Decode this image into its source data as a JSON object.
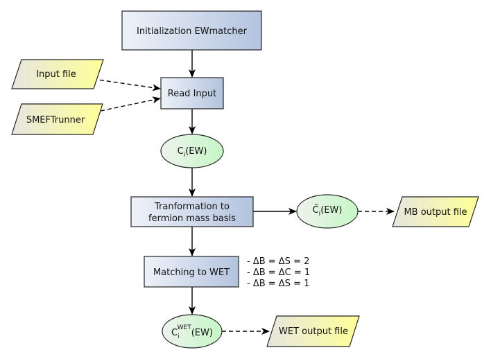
{
  "nodes": {
    "init": {
      "label": "Initialization EWmatcher"
    },
    "input_file": {
      "label": "Input file"
    },
    "smeft_runner": {
      "label": "SMEFTrunner"
    },
    "read_input": {
      "label": "Read Input"
    },
    "ci_ew": {
      "base": "C",
      "sub": "i",
      "tail": "(EW)"
    },
    "transformation": {
      "line1": "Tranformation to",
      "line2": "fermion mass basis"
    },
    "ci_tilde_ew": {
      "base": "C̃",
      "sub": "i",
      "tail": "(EW)"
    },
    "mb_output": {
      "label": "MB output file"
    },
    "matching": {
      "label": "Matching to WET"
    },
    "matching_notes": [
      "- ΔB = ΔS = 2",
      "- ΔB = ΔC = 1",
      "- ΔB = ΔS = 1"
    ],
    "ci_wet_ew": {
      "base": "C",
      "sub": "i",
      "sup": "WET",
      "tail": "(EW)"
    },
    "wet_output": {
      "label": "WET output file"
    }
  },
  "colors": {
    "process_left": "#eef2f9",
    "process_right": "#b3c3de",
    "io_left": "#e6e6e0",
    "io_right": "#ffff99",
    "data_left": "#eef2ee",
    "data_right": "#c6f7c6"
  }
}
